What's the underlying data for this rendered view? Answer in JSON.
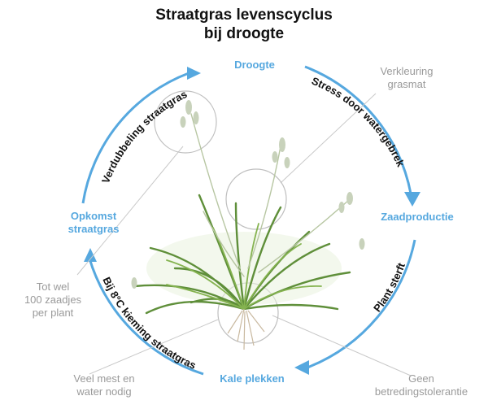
{
  "title": {
    "line1": "Straatgras levenscyclus",
    "line2": "bij droogte"
  },
  "colors": {
    "accent": "#56a8df",
    "label_dark": "#111111",
    "note_gray": "#9a9a9a",
    "leader": "#c9c9c9"
  },
  "stages": {
    "droogte": "Droogte",
    "zaadproductie": "Zaadproductie",
    "kale_plekken": "Kale plekken",
    "opkomst_line1": "Opkomst",
    "opkomst_line2": "straatgras"
  },
  "transitions": {
    "stress": "Stress door watergebrek",
    "plant_sterft": "Plant sterft",
    "kieming": "Bij 8°C kieming straatgras",
    "verdubbeling": "Verdubbeling straatgras"
  },
  "notes": {
    "verkleuring_line1": "Verkleuring",
    "verkleuring_line2": "grasmat",
    "betreding_line1": "Geen",
    "betreding_line2": "betredingstolerantie",
    "mest_line1": "Veel mest en",
    "mest_line2": "water nodig",
    "zaadjes_line1": "Tot wel",
    "zaadjes_line2": "100 zaadjes",
    "zaadjes_line3": "per plant"
  },
  "image": {
    "subject": "straatgras-plant"
  }
}
